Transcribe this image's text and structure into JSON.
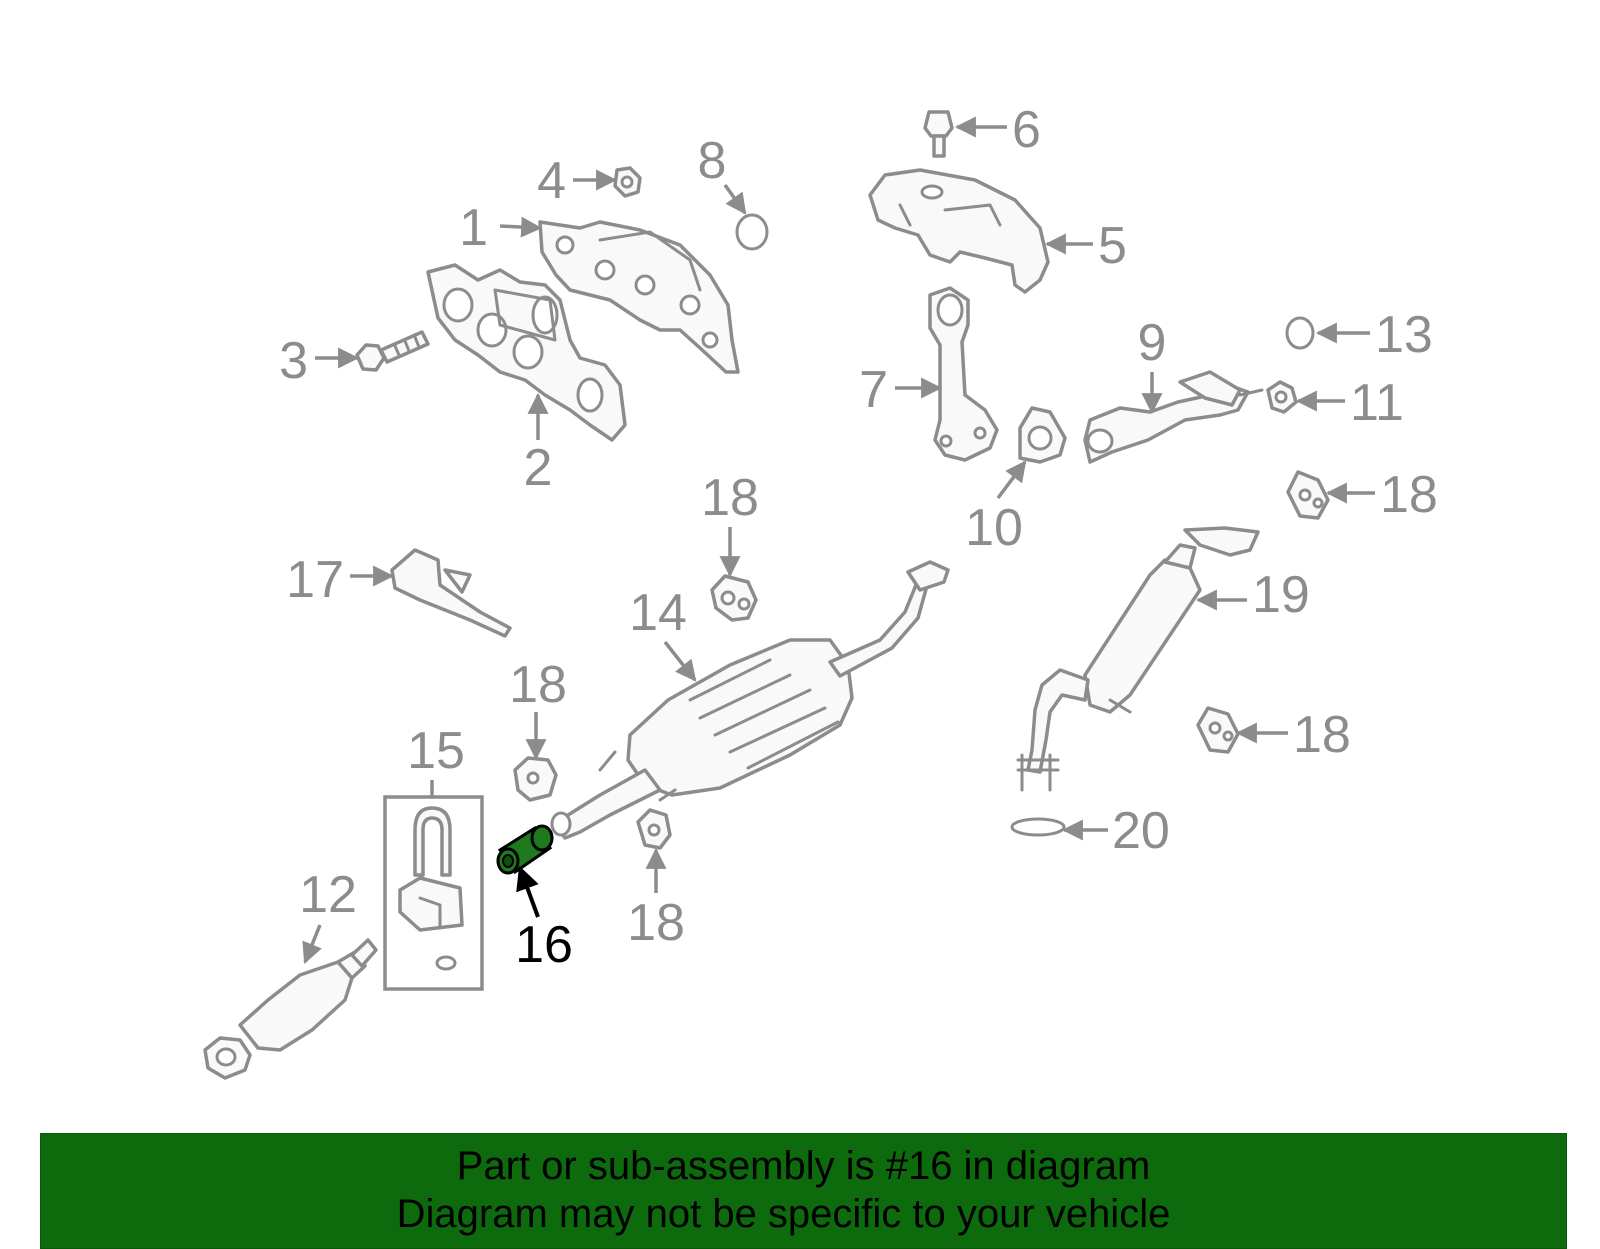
{
  "colors": {
    "highlight_part": "#1f7a1f",
    "banner_background": "#0d6b0d",
    "line_gray": "#8c8c8c",
    "highlight_label": "#000000"
  },
  "highlighted_callout": "16",
  "callouts": [
    {
      "id": "c1",
      "label": "1"
    },
    {
      "id": "c2",
      "label": "2"
    },
    {
      "id": "c3",
      "label": "3"
    },
    {
      "id": "c4",
      "label": "4"
    },
    {
      "id": "c5",
      "label": "5"
    },
    {
      "id": "c6",
      "label": "6"
    },
    {
      "id": "c7",
      "label": "7"
    },
    {
      "id": "c8",
      "label": "8"
    },
    {
      "id": "c9",
      "label": "9"
    },
    {
      "id": "c10",
      "label": "10"
    },
    {
      "id": "c11",
      "label": "11"
    },
    {
      "id": "c12",
      "label": "12"
    },
    {
      "id": "c13",
      "label": "13"
    },
    {
      "id": "c14",
      "label": "14"
    },
    {
      "id": "c15",
      "label": "15"
    },
    {
      "id": "c16",
      "label": "16"
    },
    {
      "id": "c17",
      "label": "17"
    },
    {
      "id": "c18a",
      "label": "18"
    },
    {
      "id": "c18b",
      "label": "18"
    },
    {
      "id": "c18c",
      "label": "18"
    },
    {
      "id": "c18d",
      "label": "18"
    },
    {
      "id": "c18e",
      "label": "18"
    },
    {
      "id": "c19",
      "label": "19"
    },
    {
      "id": "c20",
      "label": "20"
    }
  ],
  "banner": {
    "line1": "Part or sub-assembly is #16 in diagram",
    "line2": "Diagram may not be specific to your vehicle"
  }
}
